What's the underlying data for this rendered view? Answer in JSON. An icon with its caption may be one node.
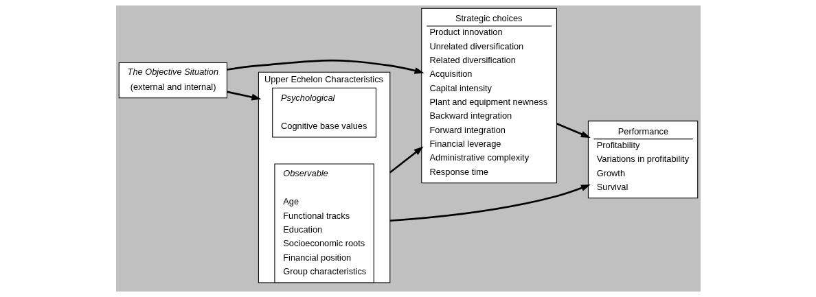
{
  "diagram": {
    "nodes": [
      {
        "text": [
          "The Objective Situation",
          "(external and internal)"
        ]
      },
      {
        "text": [
          "Upper Echelon Characteristics"
        ]
      },
      {
        "text": [
          "Psychological",
          "Cognitive base values"
        ],
        "in": 1
      },
      {
        "text": [
          "Observable",
          "Age",
          "Functional tracks",
          "Education",
          "Socioeconomic roots",
          "Financial position",
          "Group characteristics"
        ],
        "in": 1
      },
      {
        "text": [
          "Strategic choices",
          "Product innovation",
          "Unrelated diversification",
          "Related diversification",
          "Acquisition",
          "Capital intensity",
          "Plant and equipment newness",
          "Backward integration",
          "Forward integration",
          "Financial leverage",
          "Administrative complexity",
          "Response time"
        ]
      },
      {
        "text": [
          "Performance",
          "Profitability",
          "Variations in profitability",
          "Growth",
          "Survival"
        ]
      }
    ],
    "edges": [
      {
        "from": 0,
        "to": 1,
        "arrow": "to"
      },
      {
        "from": 1,
        "to": 4,
        "arrow": "to"
      },
      {
        "from": 4,
        "to": 5,
        "arrow": "to"
      },
      {
        "from": 1,
        "to": 5,
        "arrow": "to"
      },
      {
        "from": 0,
        "to": 4,
        "arrow": "to"
      }
    ]
  }
}
